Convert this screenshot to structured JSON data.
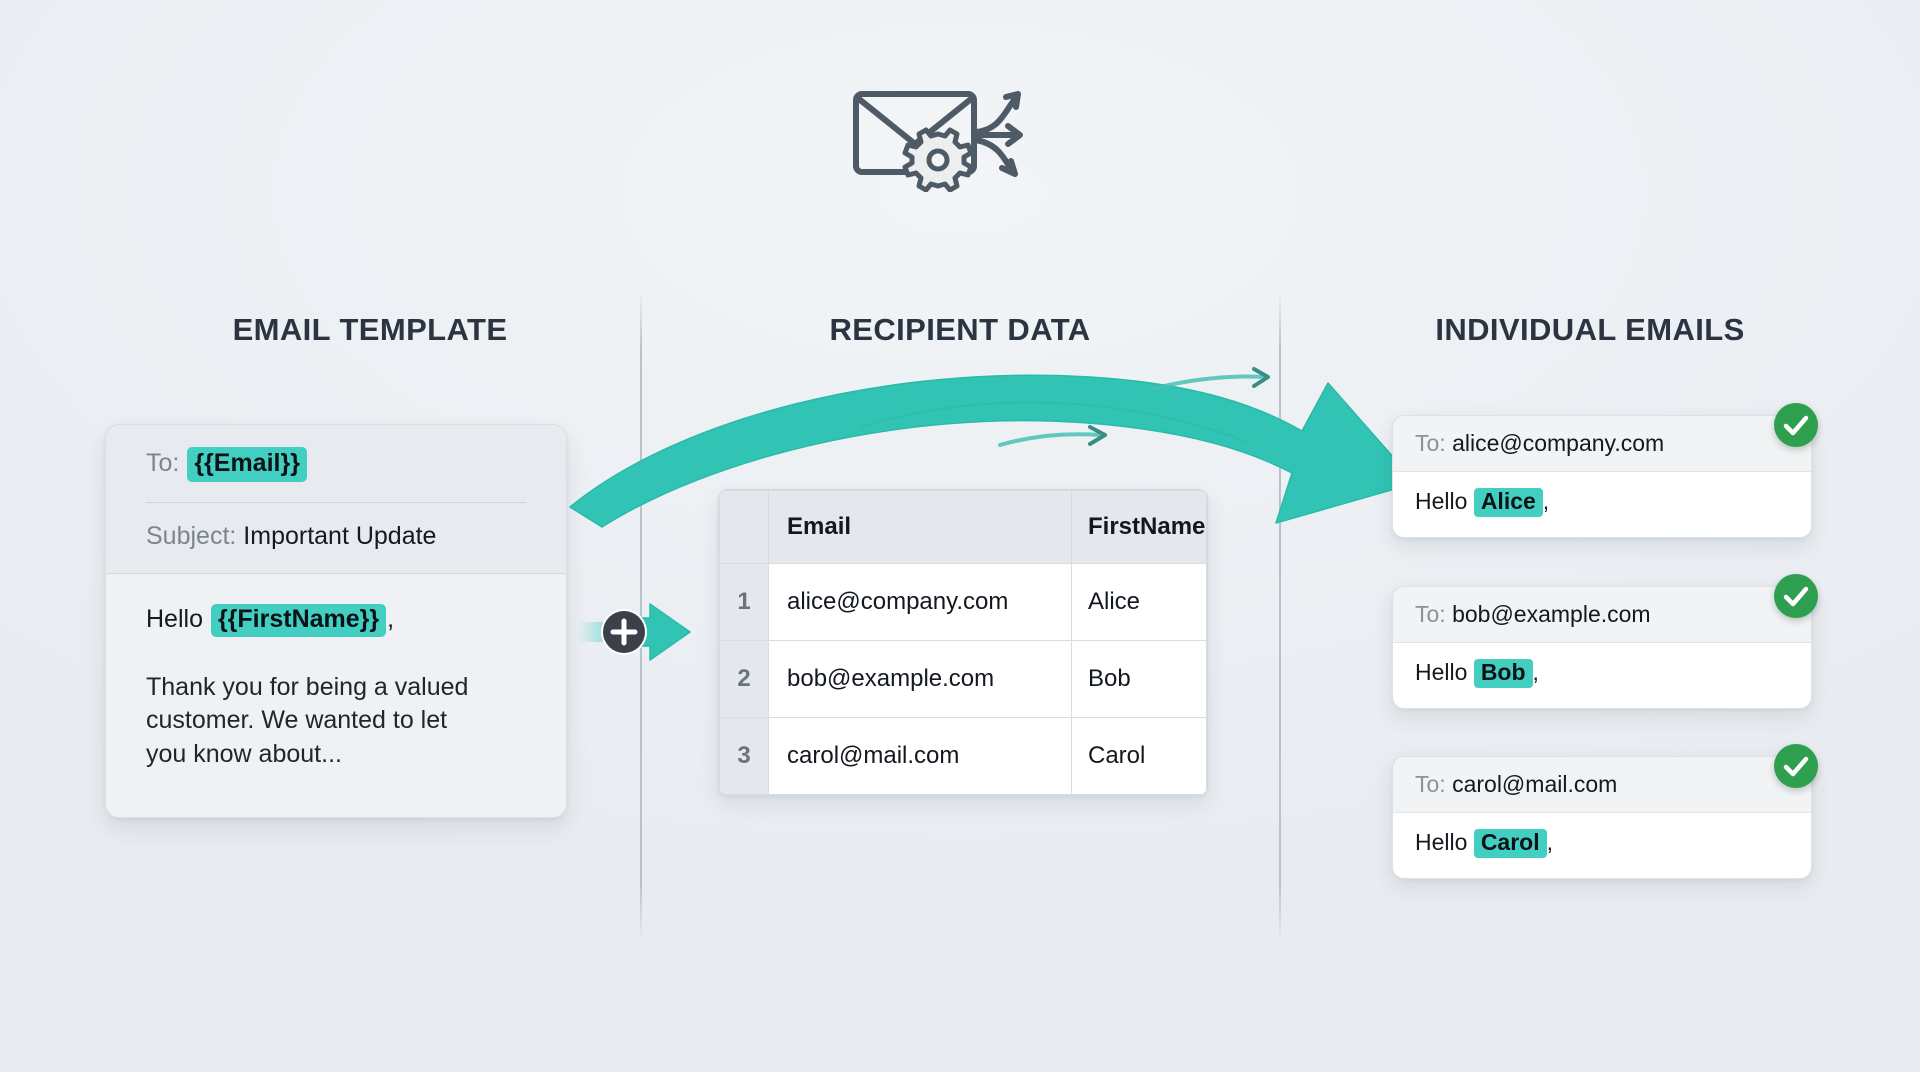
{
  "colors": {
    "accent_teal": "#42cfc1",
    "arrow_teal": "#31c4b4",
    "check_green": "#2e9e4f",
    "heading_dark": "#2b3440",
    "background": "#eef1f4"
  },
  "header": {
    "icon": "envelope-with-gear-and-arrows-icon"
  },
  "sections": {
    "template_title": "EMAIL TEMPLATE",
    "data_title": "RECIPIENT DATA",
    "emails_title": "INDIVIDUAL EMAILS"
  },
  "template": {
    "to_label": "To:",
    "to_token": "{{Email}}",
    "subject_label": "Subject:",
    "subject_value": "Important Update",
    "greeting_prefix": "Hello",
    "greeting_token": "{{FirstName}}",
    "greeting_suffix": ",",
    "body_paragraph": "Thank you for being a valued customer. We wanted to let you know about..."
  },
  "connector": {
    "merge_symbol": "+",
    "arrow": "right-arrow-icon"
  },
  "recipient_table": {
    "columns": [
      "",
      "Email",
      "FirstName"
    ],
    "rows": [
      {
        "index": "1",
        "email": "alice@company.com",
        "firstname": "Alice"
      },
      {
        "index": "2",
        "email": "bob@example.com",
        "firstname": "Bob"
      },
      {
        "index": "3",
        "email": "carol@mail.com",
        "firstname": "Carol"
      }
    ]
  },
  "output_emails": [
    {
      "to_label": "To:",
      "to_value": "alice@company.com",
      "greeting_prefix": "Hello",
      "name": "Alice",
      "greeting_suffix": ",",
      "status": "sent"
    },
    {
      "to_label": "To:",
      "to_value": "bob@example.com",
      "greeting_prefix": "Hello",
      "name": "Bob",
      "greeting_suffix": ",",
      "status": "sent"
    },
    {
      "to_label": "To:",
      "to_value": "carol@mail.com",
      "greeting_prefix": "Hello",
      "name": "Carol",
      "greeting_suffix": ",",
      "status": "sent"
    }
  ]
}
